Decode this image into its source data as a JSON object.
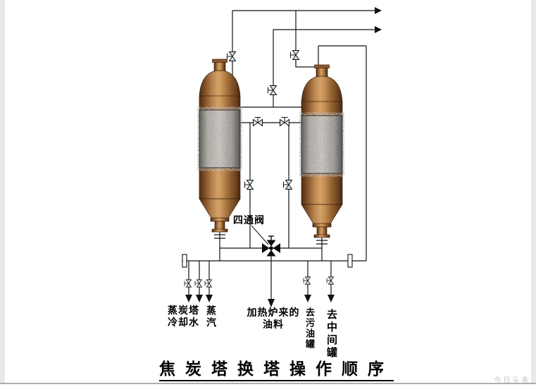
{
  "page": {
    "caption": "焦炭塔换塔操作顺序",
    "watermark": "今日头条"
  },
  "labels": {
    "four_way_valve": "四通阀",
    "cooling_water": "蒸炭塔\n冷却水",
    "steam": "蒸汽",
    "furnace_feed": "加热炉来的\n油料",
    "to_slop_oil_tank": "去污油罐",
    "to_intermediate_tank": "去中间罐"
  },
  "colors": {
    "drum_copper": "#a9713d",
    "drum_texture_gray": "#cdc7bd",
    "pipe_line": "#111111",
    "valve_fill": "#d7dde6",
    "page_edge": "#e9e9e9"
  }
}
